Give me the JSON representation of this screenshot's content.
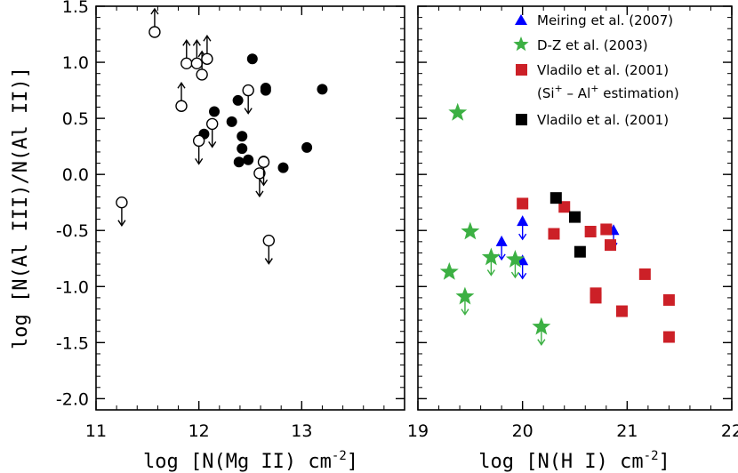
{
  "chart_data": [
    {
      "type": "scatter",
      "xlabel": "log [N(Mg II) cm",
      "xlabel_sup": "-2",
      "xlabel_end": "]",
      "ylabel": "log [N(Al III)/N(Al II)]",
      "xlim": [
        11,
        14
      ],
      "ylim": [
        -2.1,
        1.5
      ],
      "xticks": [
        "11",
        "12",
        "13"
      ],
      "xtick_values": [
        11,
        12,
        13
      ],
      "yticks": [
        "1.5",
        "1.0",
        "0.5",
        "0.0",
        "-0.5",
        "-1.0",
        "-1.5",
        "-2.0"
      ],
      "ytick_values": [
        1.5,
        1.0,
        0.5,
        0.0,
        -0.5,
        -1.0,
        -1.5,
        -2.0
      ],
      "series": [
        {
          "marker": "filled-circle",
          "color": "#000000",
          "points": [
            {
              "x": 12.05,
              "y": 0.36
            },
            {
              "x": 12.15,
              "y": 0.56
            },
            {
              "x": 12.32,
              "y": 0.47
            },
            {
              "x": 12.38,
              "y": 0.66
            },
            {
              "x": 12.42,
              "y": 0.34
            },
            {
              "x": 12.42,
              "y": 0.23
            },
            {
              "x": 12.39,
              "y": 0.11
            },
            {
              "x": 12.48,
              "y": 0.13
            },
            {
              "x": 12.52,
              "y": 1.03
            },
            {
              "x": 12.65,
              "y": 0.77
            },
            {
              "x": 12.65,
              "y": 0.75
            },
            {
              "x": 12.63,
              "y": 0.12
            },
            {
              "x": 12.82,
              "y": 0.06
            },
            {
              "x": 13.05,
              "y": 0.24
            },
            {
              "x": 13.2,
              "y": 0.76
            }
          ]
        },
        {
          "marker": "open-circle-upper-limit",
          "color": "#000000",
          "points": [
            {
              "x": 11.25,
              "y": -0.25
            },
            {
              "x": 12.0,
              "y": 0.3
            },
            {
              "x": 12.13,
              "y": 0.45
            },
            {
              "x": 12.48,
              "y": 0.75
            },
            {
              "x": 12.59,
              "y": 0.01
            },
            {
              "x": 12.63,
              "y": 0.11
            },
            {
              "x": 12.68,
              "y": -0.59
            }
          ]
        },
        {
          "marker": "open-circle-lower-limit",
          "color": "#000000",
          "points": [
            {
              "x": 11.57,
              "y": 1.27
            },
            {
              "x": 11.83,
              "y": 0.61
            },
            {
              "x": 11.88,
              "y": 0.99
            },
            {
              "x": 11.98,
              "y": 0.99
            },
            {
              "x": 12.03,
              "y": 0.89
            },
            {
              "x": 12.08,
              "y": 1.03
            }
          ]
        }
      ]
    },
    {
      "type": "scatter",
      "xlabel": "log [N(H I) cm",
      "xlabel_sup": "-2",
      "xlabel_end": "]",
      "xlim": [
        19,
        22
      ],
      "ylim": [
        -2.1,
        1.5
      ],
      "xticks": [
        "19",
        "20",
        "21",
        "22"
      ],
      "xtick_values": [
        19,
        20,
        21,
        22
      ],
      "legend_position": "top-right",
      "series": [
        {
          "name": "Meiring et al. (2007)",
          "marker": "triangle",
          "color": "#0000ff",
          "points": [
            {
              "x": 19.8,
              "y": -0.6,
              "limit": "upper"
            },
            {
              "x": 20.0,
              "y": -0.42,
              "limit": "upper"
            },
            {
              "x": 20.0,
              "y": -0.77,
              "limit": "upper"
            },
            {
              "x": 20.87,
              "y": -0.5,
              "limit": "upper"
            }
          ]
        },
        {
          "name": "D-Z et al. (2003)",
          "marker": "star",
          "color": "#3cb043",
          "points": [
            {
              "x": 19.38,
              "y": 0.55
            },
            {
              "x": 19.3,
              "y": -0.87
            },
            {
              "x": 19.5,
              "y": -0.51
            },
            {
              "x": 19.45,
              "y": -1.09,
              "limit": "upper"
            },
            {
              "x": 19.7,
              "y": -0.74,
              "limit": "upper"
            },
            {
              "x": 19.93,
              "y": -0.76,
              "limit": "upper"
            },
            {
              "x": 20.18,
              "y": -1.36,
              "limit": "upper"
            }
          ]
        },
        {
          "name": "Vladilo et al. (2001)",
          "name_line2_pre": "(Si",
          "name_line2_mid": " – Al",
          "name_line2_post": " estimation)",
          "marker": "square",
          "color": "#cc2027",
          "points": [
            {
              "x": 20.0,
              "y": -0.26
            },
            {
              "x": 20.4,
              "y": -0.29
            },
            {
              "x": 20.3,
              "y": -0.53
            },
            {
              "x": 20.65,
              "y": -0.51
            },
            {
              "x": 20.8,
              "y": -0.49
            },
            {
              "x": 20.84,
              "y": -0.63
            },
            {
              "x": 20.7,
              "y": -1.06
            },
            {
              "x": 20.7,
              "y": -1.1
            },
            {
              "x": 20.95,
              "y": -1.22
            },
            {
              "x": 21.17,
              "y": -0.89
            },
            {
              "x": 21.4,
              "y": -1.12
            },
            {
              "x": 21.4,
              "y": -1.45
            }
          ]
        },
        {
          "name": "Vladilo et al. (2001)",
          "marker": "square",
          "color": "#000000",
          "points": [
            {
              "x": 20.32,
              "y": -0.21
            },
            {
              "x": 20.5,
              "y": -0.38
            },
            {
              "x": 20.55,
              "y": -0.69
            }
          ]
        }
      ]
    }
  ]
}
